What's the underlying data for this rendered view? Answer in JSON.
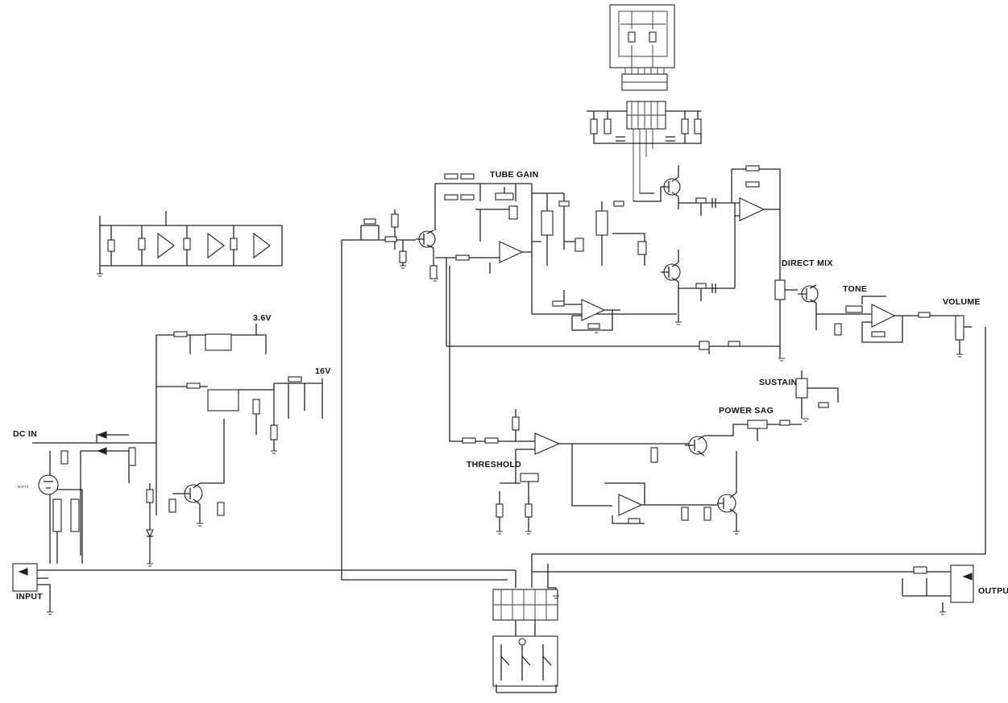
{
  "labels": {
    "tube_gain": "TUBE GAIN",
    "direct_mix": "DIRECT MIX",
    "tone": "TONE",
    "volume": "VOLUME",
    "sustain": "SUSTAIN",
    "power_sag": "POWER SAG",
    "threshold": "THRESHOLD",
    "dc_in": "DC IN",
    "rail_3v6": "3.6V",
    "rail_16v": "16V",
    "output": "OUTPUT",
    "input": "INPUT",
    "battery": "BATT1"
  }
}
